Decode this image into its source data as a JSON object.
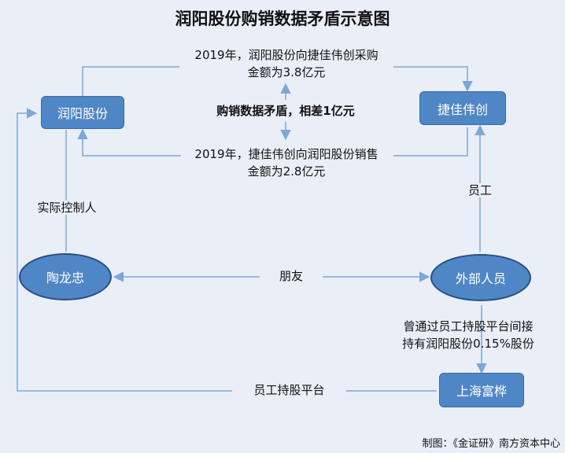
{
  "title": "润阳股份购销数据矛盾示意图",
  "nodes": {
    "runyang": "润阳股份",
    "jiejia": "捷佳伟创",
    "taolongzhong": "陶龙忠",
    "external_staff": "外部人员",
    "shanghai_fuhua": "上海富桦"
  },
  "labels": {
    "purchase_line1": "2019年，润阳股份向捷佳伟创采购",
    "purchase_line2": "金额为3.8亿元",
    "contradiction": "购销数据矛盾，相差1亿元",
    "sales_line1": "2019年，捷佳伟创向润阳股份销售",
    "sales_line2": "金额为2.8亿元",
    "actual_controller": "实际控制人",
    "friend": "朋友",
    "employee": "员工",
    "holding_line1": "曾通过员工持股平台间接",
    "holding_line2": "持有润阳股份0.15%股份",
    "platform": "员工持股平台"
  },
  "credit": "制图：《金证研》南方资本中心",
  "colors": {
    "node_fill": "#4f86c6",
    "node_border": "#3b6aa3",
    "edge": "#7da7d9",
    "background": "#e9eef7"
  }
}
